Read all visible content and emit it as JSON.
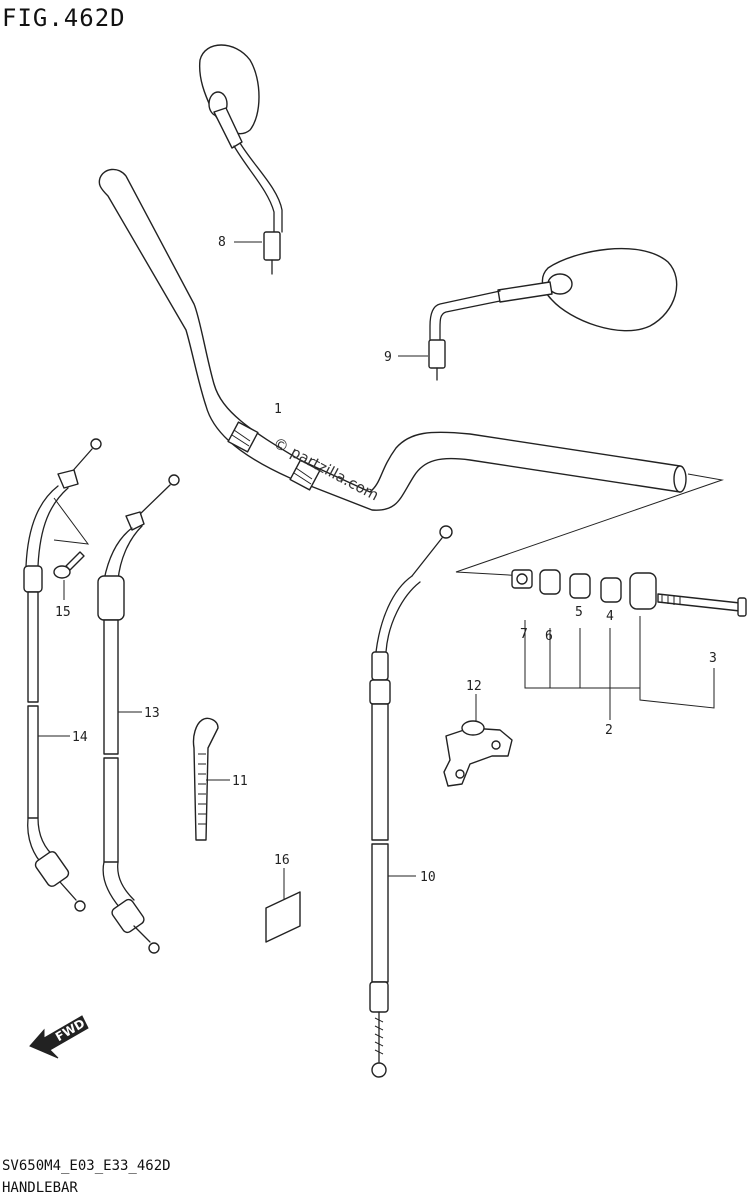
{
  "header": {
    "figure_title": "FIG.462D"
  },
  "footer": {
    "model_code": "SV650M4_E03_E33_462D",
    "section_name": "HANDLEBAR"
  },
  "watermark": {
    "text": "© partzilla.com"
  },
  "direction_indicator": {
    "label": "FWD"
  },
  "callouts": [
    {
      "number": "1",
      "part": "handlebar"
    },
    {
      "number": "2",
      "part": "balancer-assembly"
    },
    {
      "number": "3",
      "part": "balancer-bolt"
    },
    {
      "number": "4",
      "part": "spacer"
    },
    {
      "number": "5",
      "part": "spacer"
    },
    {
      "number": "6",
      "part": "spacer"
    },
    {
      "number": "7",
      "part": "nut"
    },
    {
      "number": "8",
      "part": "mirror-left"
    },
    {
      "number": "9",
      "part": "mirror-right"
    },
    {
      "number": "10",
      "part": "clutch-cable"
    },
    {
      "number": "11",
      "part": "cable-clamp"
    },
    {
      "number": "12",
      "part": "handlebar-holder"
    },
    {
      "number": "13",
      "part": "throttle-cable-pull"
    },
    {
      "number": "14",
      "part": "throttle-cable-return"
    },
    {
      "number": "15",
      "part": "screw"
    },
    {
      "number": "16",
      "part": "label"
    }
  ]
}
